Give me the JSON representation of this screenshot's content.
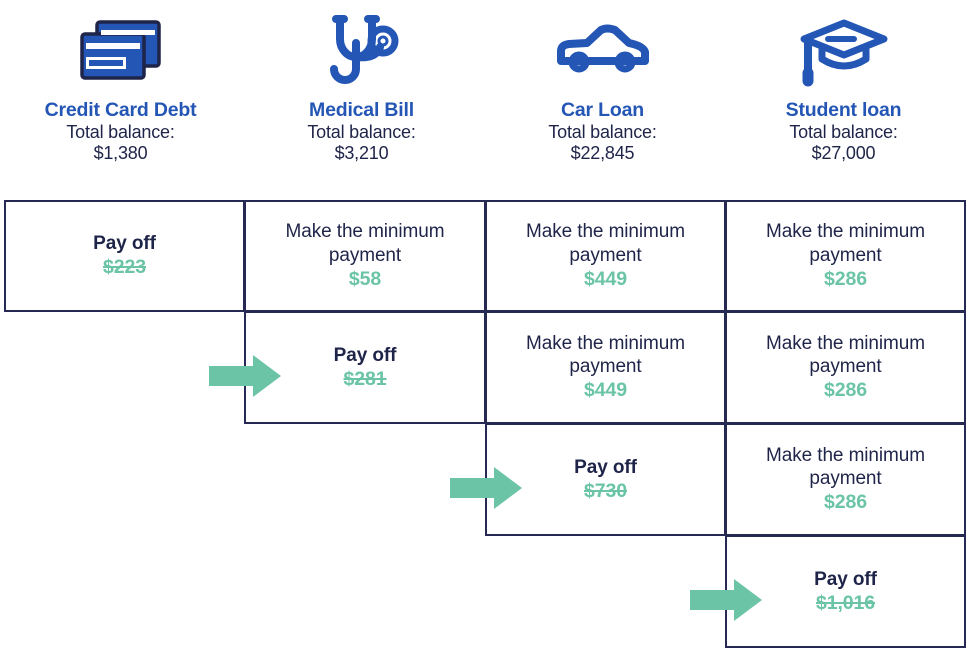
{
  "theme": {
    "brand_blue": "#2456B5",
    "navy": "#1F2449",
    "green": "#6BC4A6",
    "background": "#FFFFFF"
  },
  "debts": [
    {
      "icon": "credit-cards-icon",
      "name": "Credit Card Debt",
      "balance_label": "Total balance:",
      "balance": "$1,380"
    },
    {
      "icon": "stethoscope-icon",
      "name": "Medical Bill",
      "balance_label": "Total balance:",
      "balance": "$3,210"
    },
    {
      "icon": "car-icon",
      "name": "Car Loan",
      "balance_label": "Total balance:",
      "balance": "$22,845"
    },
    {
      "icon": "graduation-cap-icon",
      "name": "Student loan",
      "balance_label": "Total balance:",
      "balance": "$27,000"
    }
  ],
  "rows": [
    {
      "arrow": false,
      "cells": [
        {
          "action": "Pay off",
          "value": "$223",
          "type": "payoff",
          "struck": true
        },
        {
          "action": "Make the minimum payment",
          "value": "$58",
          "type": "minimum",
          "struck": false
        },
        {
          "action": "Make the minimum payment",
          "value": "$449",
          "type": "minimum",
          "struck": false
        },
        {
          "action": "Make the minimum payment",
          "value": "$286",
          "type": "minimum",
          "struck": false
        }
      ]
    },
    {
      "arrow": true,
      "cells": [
        {
          "action": "Pay off",
          "value": "$281",
          "type": "payoff",
          "struck": true
        },
        {
          "action": "Make the minimum payment",
          "value": "$449",
          "type": "minimum",
          "struck": false
        },
        {
          "action": "Make the minimum payment",
          "value": "$286",
          "type": "minimum",
          "struck": false
        }
      ]
    },
    {
      "arrow": true,
      "cells": [
        {
          "action": "Pay off",
          "value": "$730",
          "type": "payoff",
          "struck": true
        },
        {
          "action": "Make the minimum payment",
          "value": "$286",
          "type": "minimum",
          "struck": false
        }
      ]
    },
    {
      "arrow": true,
      "cells": [
        {
          "action": "Pay off",
          "value": "$1,016",
          "type": "payoff",
          "struck": true
        }
      ]
    }
  ],
  "arrows": [
    {
      "name": "arrow-row-2"
    },
    {
      "name": "arrow-row-3"
    },
    {
      "name": "arrow-row-4"
    }
  ]
}
